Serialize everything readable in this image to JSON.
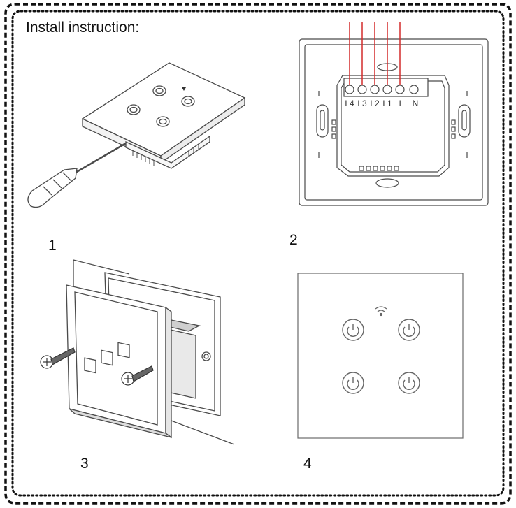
{
  "title": "Install instruction:",
  "steps": [
    {
      "number": "1"
    },
    {
      "number": "2"
    },
    {
      "number": "3"
    },
    {
      "number": "4"
    }
  ],
  "terminals": [
    "L4",
    "L3",
    "L2",
    "L1",
    "L",
    "N"
  ],
  "colors": {
    "frame": "#111111",
    "wire": "#d22b2b",
    "line": "#4a4a4a"
  },
  "icons": [
    "screwdriver-icon",
    "wifi-icon",
    "power-icon",
    "screw-icon"
  ]
}
